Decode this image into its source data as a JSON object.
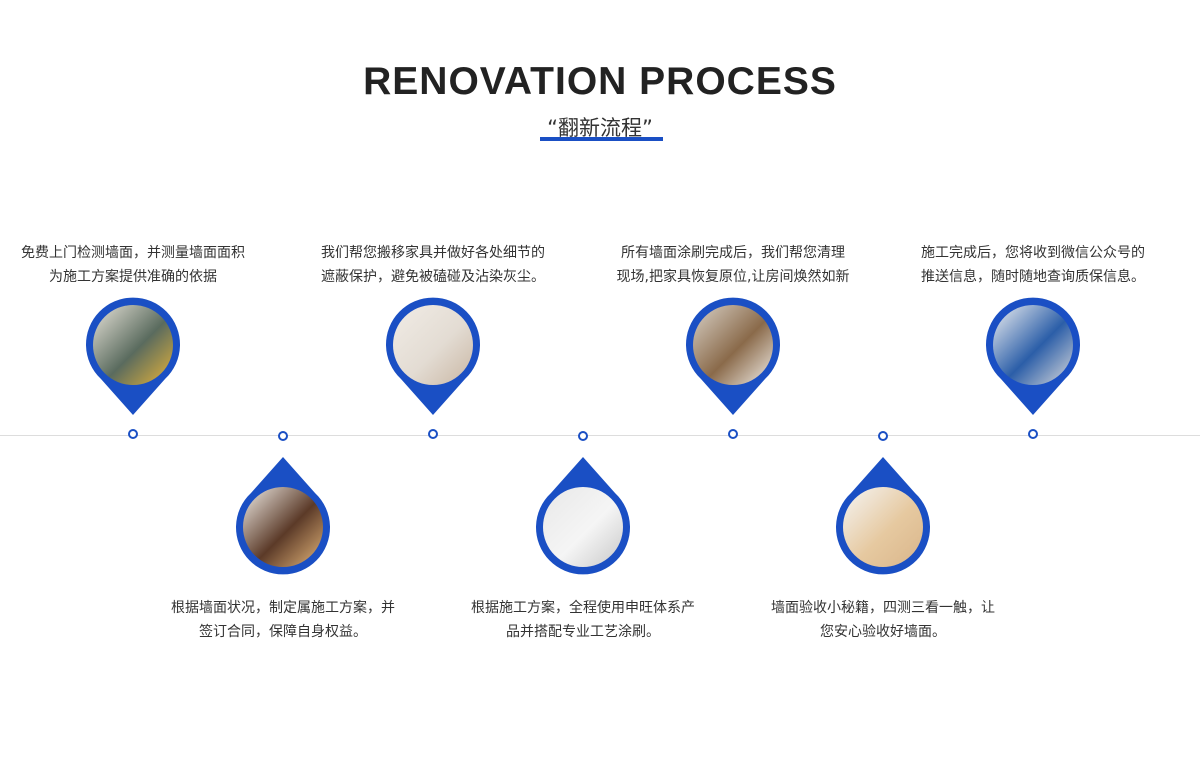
{
  "header": {
    "title": "RENOVATION PROCESS",
    "subtitle": "“翻新流程”"
  },
  "colors": {
    "accent": "#1a4fc4",
    "line": "#dddddd"
  },
  "steps": [
    {
      "lines": [
        "免费上门检测墙面，并测量墙面面积",
        "为施工方案提供准确的依据"
      ],
      "photo": "measuring-wall-photo"
    },
    {
      "lines": [
        "根据墙面状况，制定属施工方案，并",
        "签订合同，保障自身权益。"
      ],
      "photo": "signing-contract-photo"
    },
    {
      "lines": [
        "我们帮您搬移家具并做好各处细节的",
        "遮蔽保护，避免被磕碰及沾染灰尘。"
      ],
      "photo": "protective-covering-photo"
    },
    {
      "lines": [
        "根据施工方案，全程使用申旺体系产",
        "品并搭配专业工艺涂刷。"
      ],
      "photo": "paint-roller-photo"
    },
    {
      "lines": [
        "所有墙面涂刷完成后，我们帮您清理",
        "现场,把家具恢复原位,让房间焕然如新"
      ],
      "photo": "restored-room-photo"
    },
    {
      "lines": [
        "墙面验收小秘籍，四测三看一触，让",
        "您安心验收好墙面。"
      ],
      "photo": "acceptance-handover-photo"
    },
    {
      "lines": [
        "施工完成后，您将收到微信公众号的",
        "推送信息，随时随地查询质保信息。"
      ],
      "photo": "computer-notification-photo"
    }
  ]
}
